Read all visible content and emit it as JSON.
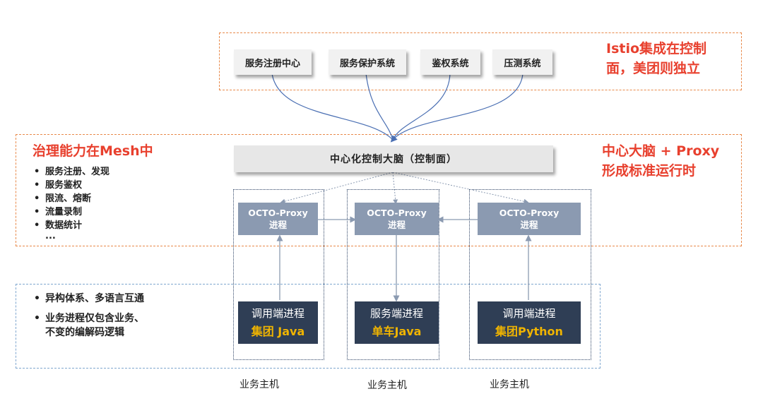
{
  "top_services": [
    "服务注册中心",
    "服务保护系统",
    "鉴权系统",
    "压测系统"
  ],
  "istio_note": [
    "Istio集成在控制",
    "面，美团则独立"
  ],
  "mesh_title": "治理能力在Mesh中",
  "mesh_features": [
    "服务注册、发现",
    "服务鉴权",
    "限流、熔断",
    "流量录制",
    "数据统计",
    "..."
  ],
  "brain_note": [
    "中心大脑 + Proxy",
    "形成标准运行时"
  ],
  "control_plane": "中心化控制大脑（控制面）",
  "proxies": [
    {
      "line1": "OCTO-Proxy",
      "line2": "进程"
    },
    {
      "line1": "OCTO-Proxy",
      "line2": "进程"
    },
    {
      "line1": "OCTO-Proxy",
      "line2": "进程"
    }
  ],
  "processes": [
    {
      "role": "调用端进程",
      "lang": "集团 Java"
    },
    {
      "role": "服务端进程",
      "lang": "单车Java"
    },
    {
      "role": "调用端进程",
      "lang": "集团Python"
    }
  ],
  "business_points": [
    {
      "line1": "异构体系、多语言互通",
      "line2": ""
    },
    {
      "line1": "业务进程仅包含业务、",
      "line2": "不变的编解码逻辑"
    }
  ],
  "host_label": [
    "业务主机",
    "业务主机",
    "业务主机"
  ]
}
